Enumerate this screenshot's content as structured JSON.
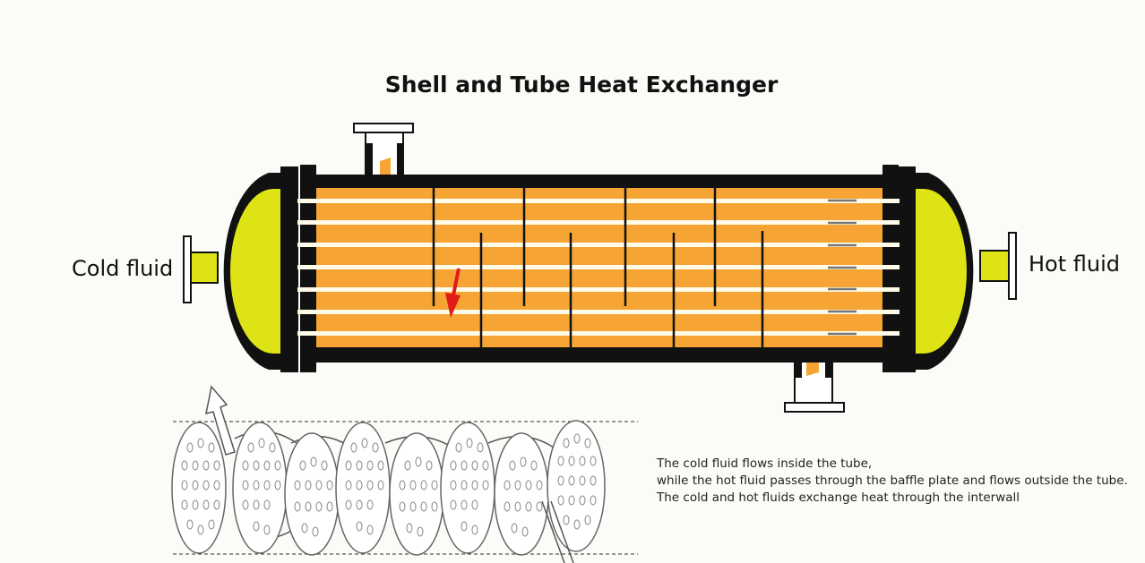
{
  "title": "Shell and Tube Heat Exchanger",
  "labels": {
    "cold": "Cold fluid",
    "hot": "Hot fluid"
  },
  "description": [
    "The cold fluid flows inside the tube,",
    "while the hot fluid passes through the baffle plate and flows outside the tube.",
    "The cold and hot fluids exchange heat through the interwall"
  ],
  "colors": {
    "shell_fill": "#f6a534",
    "head_fill": "#dde315",
    "steel": "#111111",
    "tube": "#fffbe8",
    "flow_arrow": "#e11b17"
  }
}
